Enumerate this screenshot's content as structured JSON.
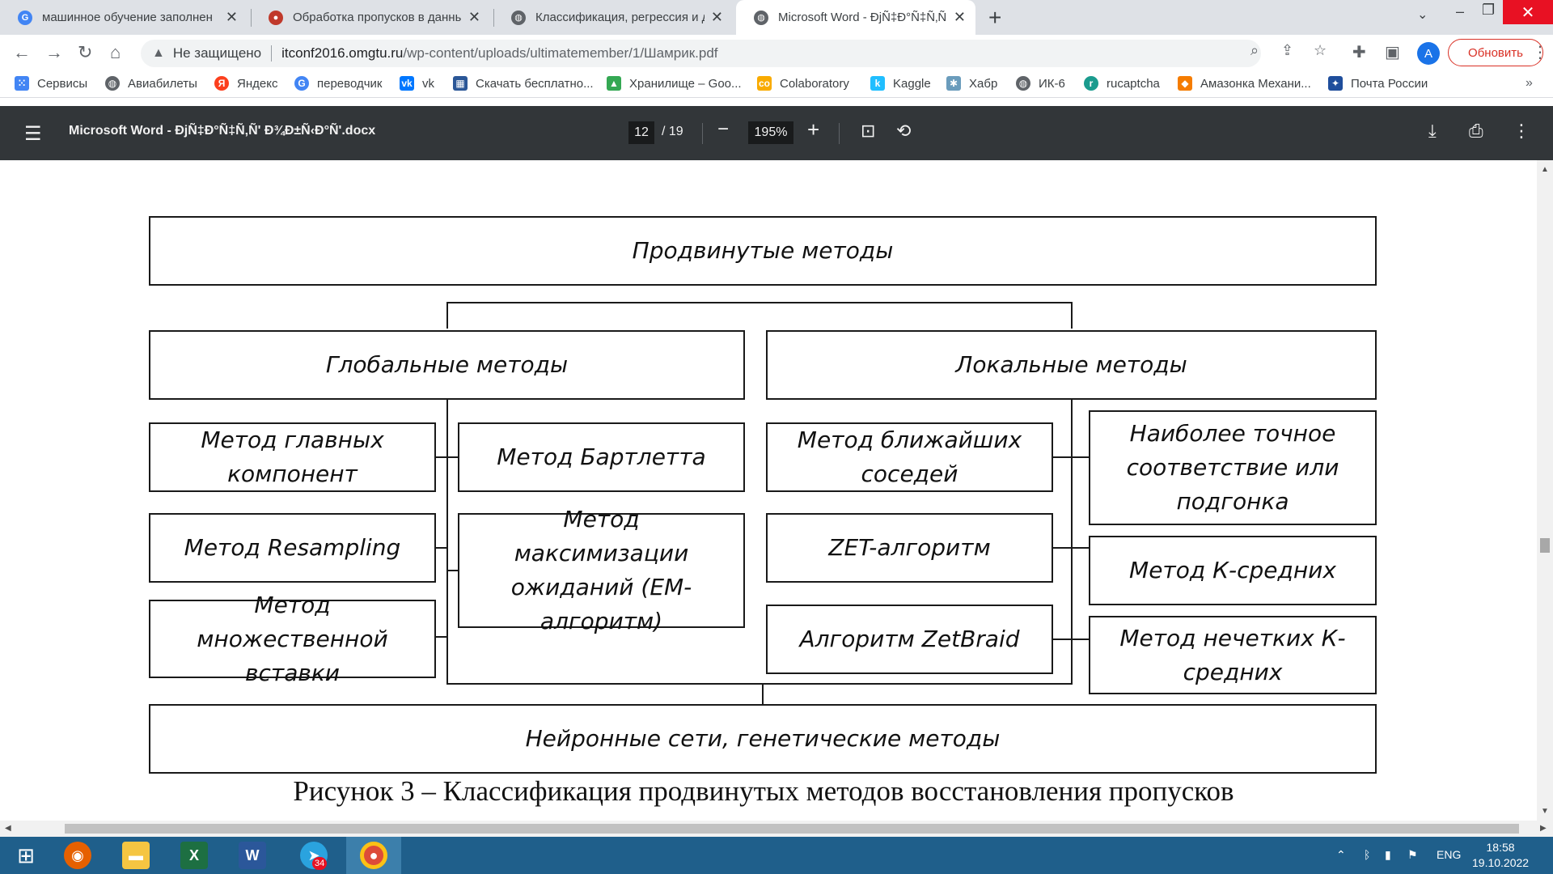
{
  "browser": {
    "tabs": [
      {
        "title": "машинное обучение заполнен",
        "favicon": "google-icon",
        "color": "#4285f4"
      },
      {
        "title": "Обработка пропусков в данных",
        "favicon": "habr-avatar-icon",
        "color": "#c0392b"
      },
      {
        "title": "Классификация, регрессия и др",
        "favicon": "globe-icon",
        "color": "#5f6368"
      },
      {
        "title": "Microsoft Word - ÐjÑ‡Ð°Ñ‡Ñ‚Ñ",
        "favicon": "globe-icon",
        "color": "#5f6368",
        "active": true
      }
    ],
    "new_tab": "+",
    "address": {
      "security_label": "Не защищено",
      "host": "itconf2016.omgtu.ru",
      "path": "/wp-content/uploads/ultimatemember/1/Шамрик.pdf"
    },
    "avatar_letter": "A",
    "update_label": "Обновить",
    "bookmarks": [
      {
        "label": "Сервисы",
        "icon": "apps-grid-icon",
        "color": "#4285f4"
      },
      {
        "label": "Авиабилеты",
        "icon": "globe-icon",
        "color": "#5f6368"
      },
      {
        "label": "Яндекс",
        "icon": "yandex-icon",
        "color": "#fc3f1d"
      },
      {
        "label": "переводчик",
        "icon": "google-icon",
        "color": "#4285f4"
      },
      {
        "label": "vk",
        "icon": "vk-icon",
        "color": "#0077ff"
      },
      {
        "label": "Скачать бесплатно...",
        "icon": "grid-icon",
        "color": "#2b5797"
      },
      {
        "label": "Хранилище – Goo...",
        "icon": "drive-icon",
        "color": "#34a853"
      },
      {
        "label": "Colaboratory",
        "icon": "colab-icon",
        "color": "#f9ab00"
      },
      {
        "label": "Kaggle",
        "icon": "kaggle-icon",
        "color": "#20beff"
      },
      {
        "label": "Хабр",
        "icon": "habr-icon",
        "color": "#6a9cbc"
      },
      {
        "label": "ИК-6",
        "icon": "globe-icon",
        "color": "#5f6368"
      },
      {
        "label": "rucaptcha",
        "icon": "rucaptcha-icon",
        "color": "#1a9b8e"
      },
      {
        "label": "Амазонка Механи...",
        "icon": "cube-icon",
        "color": "#f57c00"
      },
      {
        "label": "Почта России",
        "icon": "eagle-icon",
        "color": "#1f4e9c"
      }
    ],
    "bookmarks_more": "»"
  },
  "pdf": {
    "title": "Microsoft Word - ÐjÑ‡Ð°Ñ‡Ñ‚Ñ' Ð¾Ð±Ñ‹Ð°Ñ'.docx",
    "page_current": "12",
    "page_total": "/  19",
    "zoom": "195%"
  },
  "diagram": {
    "root": "Продвинутые методы",
    "global": "Глобальные методы",
    "local": "Локальные методы",
    "global_left": [
      "Метод главных компонент",
      "Метод Resampling",
      "Метод множественной вставки"
    ],
    "global_right": [
      "Метод Бартлетта",
      "Метод максимизации ожиданий (ЕМ-алгоритм)"
    ],
    "local_left": [
      "Метод ближайших соседей",
      "ZET-алгоритм",
      "Алгоритм ZetBraid"
    ],
    "local_right": [
      "Наиболее точное соответствие или подгонка",
      "Метод К-средних",
      "Метод нечетких К-средних"
    ],
    "bottom": "Нейронные сети, генетические методы",
    "caption": "Рисунок 3 – Классификация продвинутых методов восстановления пропусков"
  },
  "taskbar": {
    "telegram_badge": "34",
    "lang": "ENG",
    "time": "18:58",
    "date": "19.10.2022"
  }
}
